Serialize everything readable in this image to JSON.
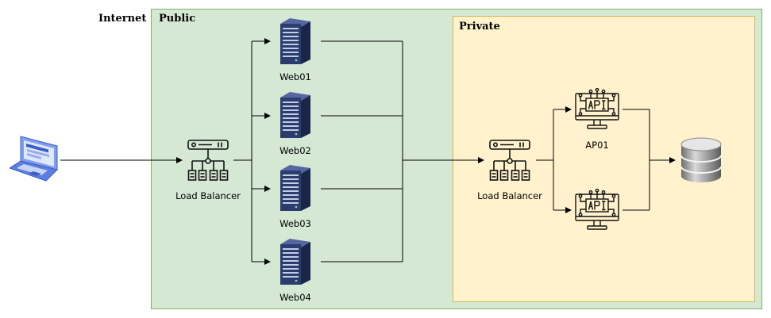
{
  "zones": {
    "internet": "Internet",
    "public": "Public",
    "private": "Private"
  },
  "nodes": {
    "client": {
      "icon": "laptop-icon"
    },
    "public_lb": {
      "label": "Load Balancer",
      "icon": "load-balancer-icon"
    },
    "web_servers": [
      {
        "label": "Web01",
        "icon": "server-rack-icon"
      },
      {
        "label": "Web02",
        "icon": "server-rack-icon"
      },
      {
        "label": "Web03",
        "icon": "server-rack-icon"
      },
      {
        "label": "Web04",
        "icon": "server-rack-icon"
      }
    ],
    "private_lb": {
      "label": "Load Balancer",
      "icon": "load-balancer-icon"
    },
    "api_servers": [
      {
        "label": "AP01",
        "icon": "api-monitor-icon"
      },
      {
        "label": "",
        "icon": "api-monitor-icon"
      }
    ],
    "database": {
      "icon": "database-icon"
    }
  },
  "colors": {
    "public_fill": "#d5e8d4",
    "public_border": "#82b366",
    "private_fill": "#fff2cc",
    "private_border": "#d6b656",
    "server_blue": "#2b3d6e",
    "laptop_blue": "#4a6fd8"
  }
}
